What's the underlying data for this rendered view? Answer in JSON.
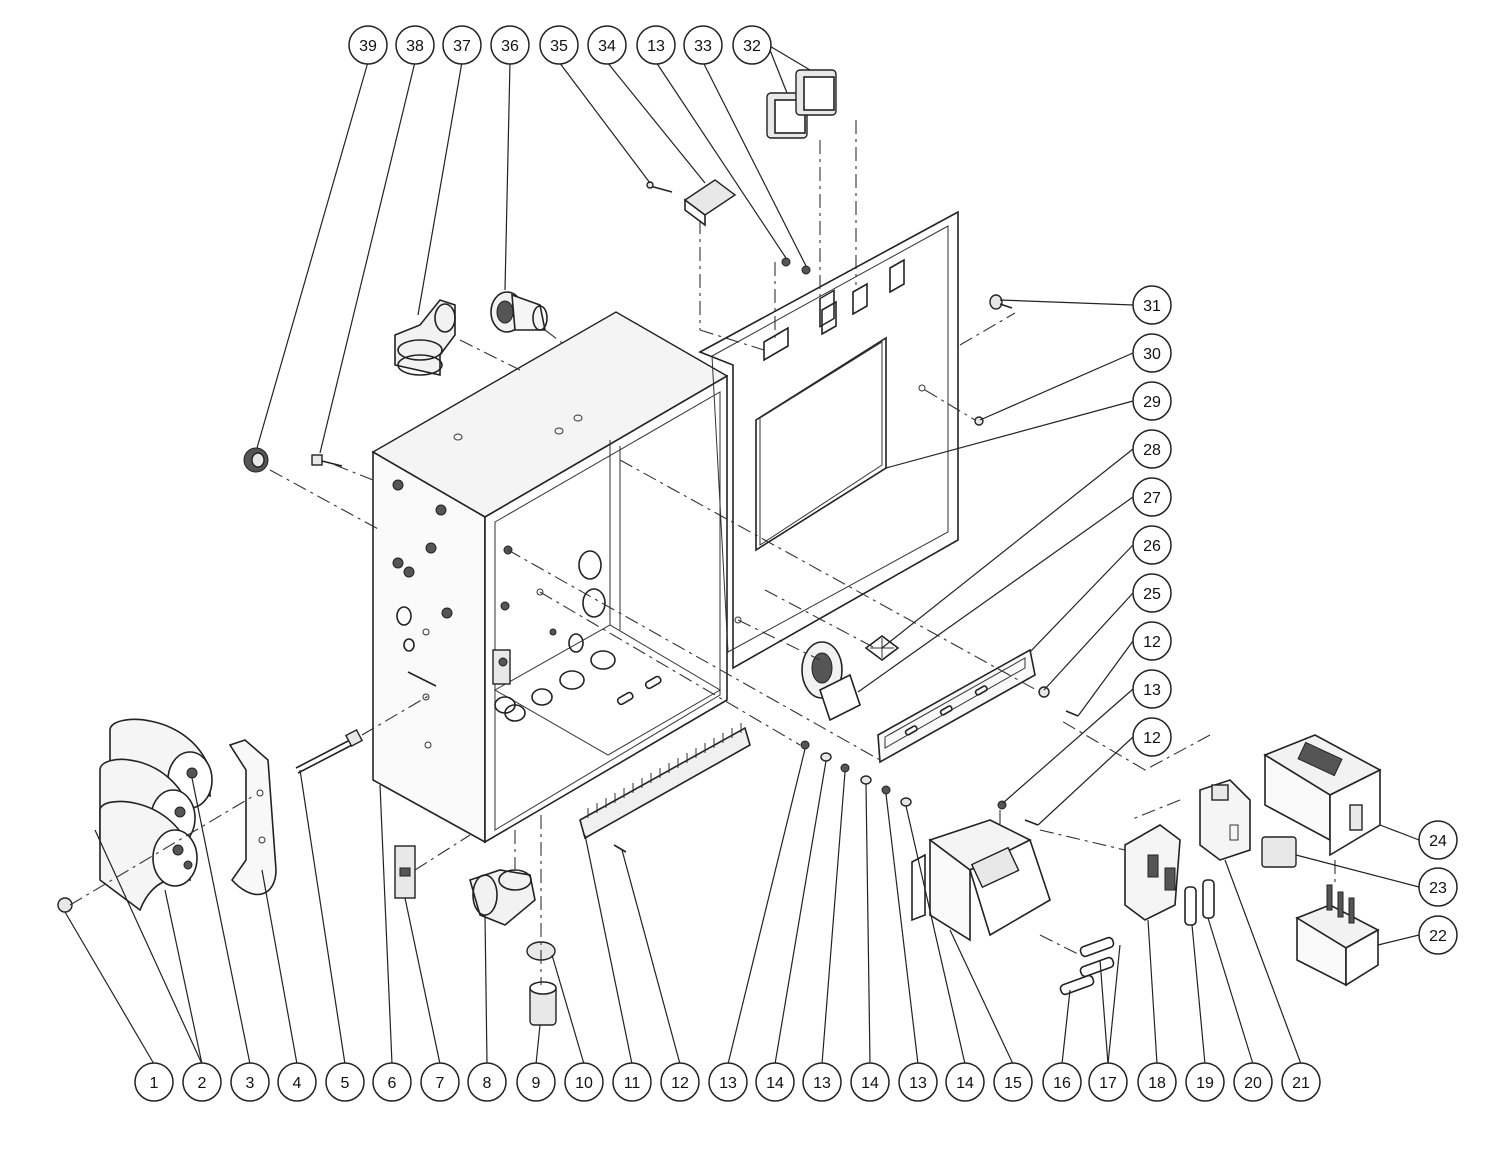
{
  "diagram": {
    "type": "exploded-parts-view",
    "callouts_top": [
      "39",
      "38",
      "37",
      "36",
      "35",
      "34",
      "13",
      "33",
      "32"
    ],
    "callouts_right": [
      "31",
      "30",
      "29",
      "28",
      "27",
      "26",
      "25",
      "12",
      "13",
      "12",
      "24",
      "23",
      "22"
    ],
    "callouts_bottom": [
      "1",
      "2",
      "3",
      "4",
      "5",
      "6",
      "7",
      "8",
      "9",
      "10",
      "11",
      "12",
      "13",
      "14",
      "13",
      "14",
      "13",
      "14",
      "15",
      "16",
      "17",
      "18",
      "19",
      "20",
      "21"
    ]
  }
}
